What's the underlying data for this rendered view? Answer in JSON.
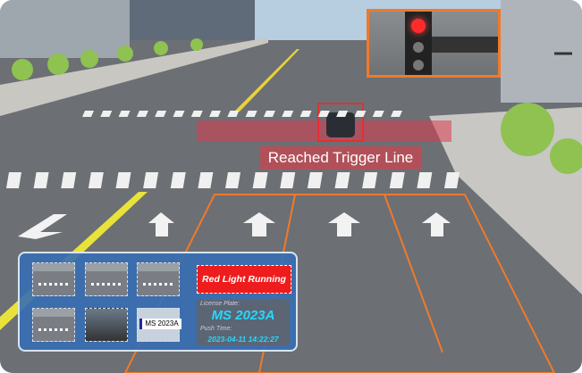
{
  "scene": {
    "trigger_label": "Reached Trigger Line",
    "colors": {
      "accent_orange": "#f07a2a",
      "alert_red": "#ee1c1c",
      "highlight_cyan": "#27d8ff"
    }
  },
  "panel": {
    "alert": "Red Light Running",
    "license_label": "License Plate:",
    "license_value": "MS 2023A",
    "push_label": "Push Time:",
    "push_value": "2023-04-11  14:22:27",
    "plate_crop": "MS 2023A"
  }
}
